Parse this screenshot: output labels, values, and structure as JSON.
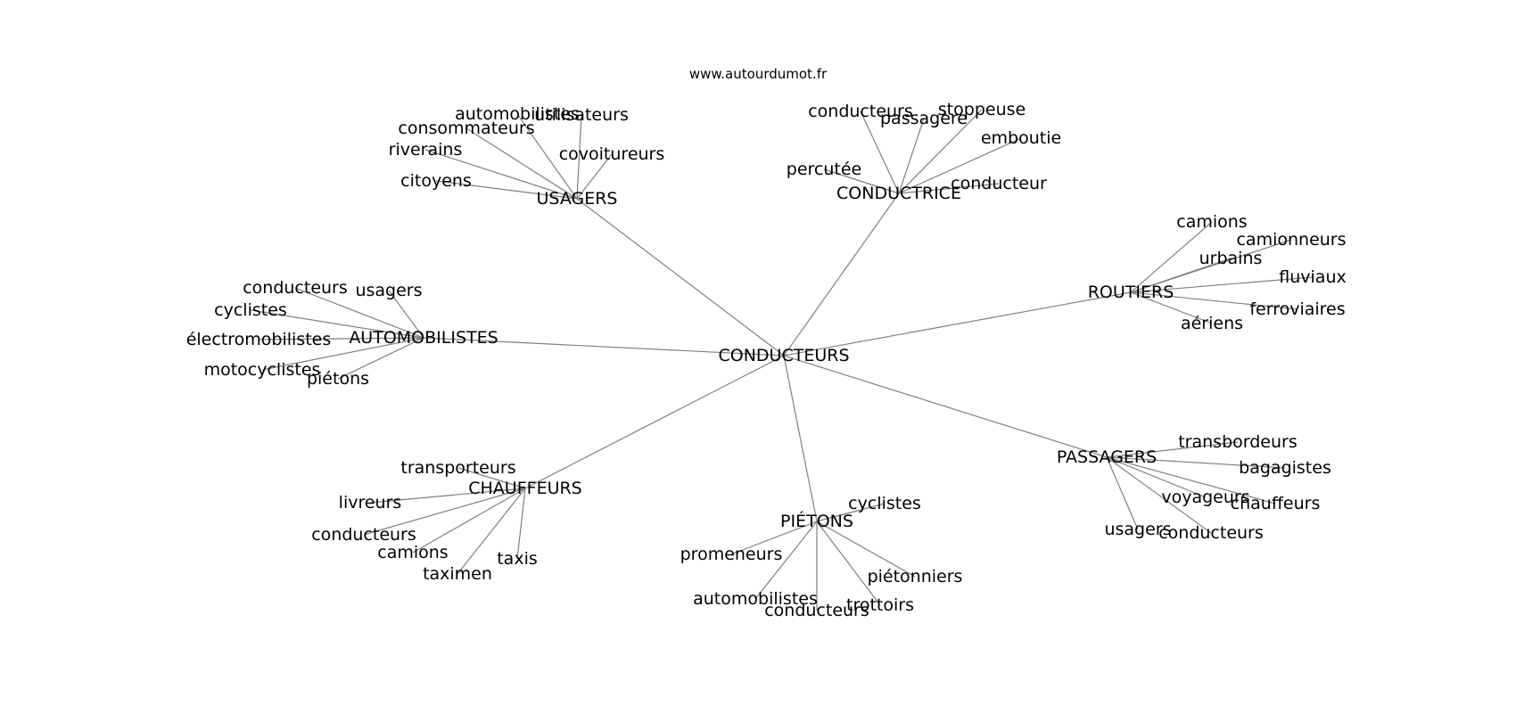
{
  "source": "www.autourdumot.fr",
  "center": "CONDUCTEURS",
  "groups": [
    {
      "label": "USAGERS",
      "children": [
        "automobilistes",
        "utilisateurs",
        "consommateurs",
        "covoitureurs",
        "riverains",
        "citoyens"
      ]
    },
    {
      "label": "CONDUCTRICE",
      "children": [
        "conducteurs",
        "passagère",
        "stoppeuse",
        "emboutie",
        "percutée",
        "conducteur"
      ]
    },
    {
      "label": "ROUTIERS",
      "children": [
        "camions",
        "camionneurs",
        "urbains",
        "fluviaux",
        "ferroviaires",
        "aériens"
      ]
    },
    {
      "label": "AUTOMOBILISTES",
      "children": [
        "conducteurs",
        "usagers",
        "cyclistes",
        "électromobilistes",
        "motocyclistes",
        "piétons"
      ]
    },
    {
      "label": "PASSAGERS",
      "children": [
        "transbordeurs",
        "bagagistes",
        "voyageurs",
        "chauffeurs",
        "usagers",
        "conducteurs"
      ]
    },
    {
      "label": "CHAUFFEURS",
      "children": [
        "transporteurs",
        "livreurs",
        "conducteurs",
        "camions",
        "taxis",
        "taximen"
      ]
    },
    {
      "label": "PIÉTONS",
      "children": [
        "cyclistes",
        "promeneurs",
        "piétonniers",
        "automobilistes",
        "conducteurs",
        "trottoirs"
      ]
    }
  ]
}
